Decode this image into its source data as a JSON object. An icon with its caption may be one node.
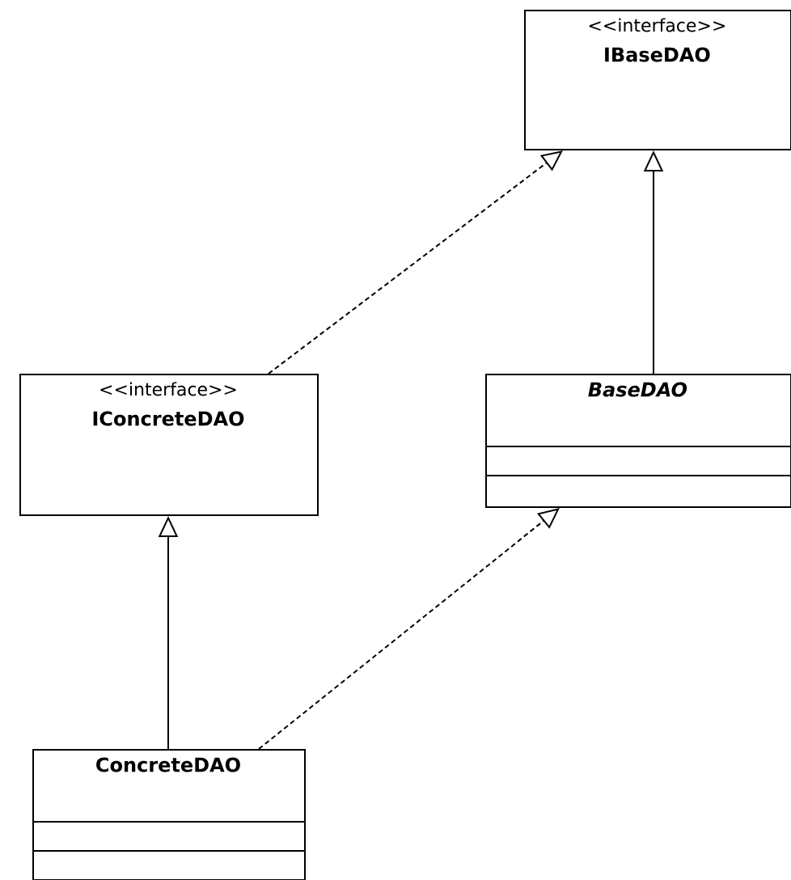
{
  "diagram": {
    "nodes": [
      {
        "text": [
          "<<interface>>",
          "IBaseDAO"
        ]
      },
      {
        "text": [
          "<<interface>>",
          "IConcreteDAO"
        ]
      },
      {
        "text": [
          "BaseDAO"
        ]
      },
      {
        "text": [
          "ConcreteDAO"
        ]
      }
    ],
    "edges": [
      {
        "from": 1,
        "to": 0,
        "arrow": "to",
        "style": "dashed"
      },
      {
        "from": 2,
        "to": 0,
        "arrow": "to"
      },
      {
        "from": 3,
        "to": 1,
        "arrow": "to"
      },
      {
        "from": 3,
        "to": 2,
        "arrow": "to",
        "style": "dashed"
      }
    ]
  }
}
